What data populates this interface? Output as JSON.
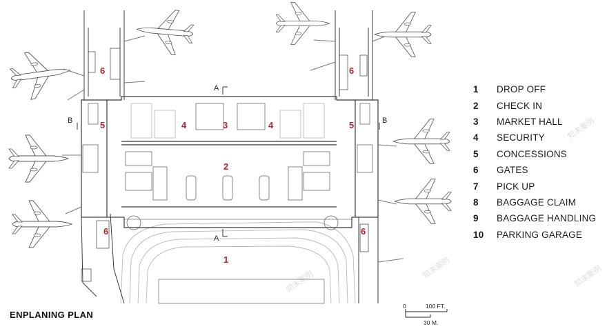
{
  "plan_title": "ENPLANING PLAN",
  "legend": [
    {
      "num": "1",
      "label": "DROP OFF"
    },
    {
      "num": "2",
      "label": "CHECK IN"
    },
    {
      "num": "3",
      "label": "MARKET HALL"
    },
    {
      "num": "4",
      "label": "SECURITY"
    },
    {
      "num": "5",
      "label": "CONCESSIONS"
    },
    {
      "num": "6",
      "label": "GATES"
    },
    {
      "num": "7",
      "label": "PICK UP"
    },
    {
      "num": "8",
      "label": "BAGGAGE CLAIM"
    },
    {
      "num": "9",
      "label": "BAGGAGE HANDLING"
    },
    {
      "num": "10",
      "label": "PARKING GARAGE"
    }
  ],
  "plan_labels": {
    "drop_off": "1",
    "check_in": "2",
    "market_hall": "3",
    "security_left": "4",
    "security_right": "4",
    "concessions_left": "5",
    "concessions_right": "5",
    "gates_tl": "6",
    "gates_tr": "6",
    "gates_bl": "6",
    "gates_br": "6"
  },
  "section_marks": {
    "a_top": "A",
    "a_bottom": "A",
    "b_left": "B",
    "b_right": "B"
  },
  "scale": {
    "zero": "0",
    "feet": "100 FT.",
    "meters": "30 M."
  },
  "watermark": "知末案例",
  "colors": {
    "label_red": "#b5262e",
    "line": "#3a3a3a",
    "light_line": "#b8b8b8"
  }
}
